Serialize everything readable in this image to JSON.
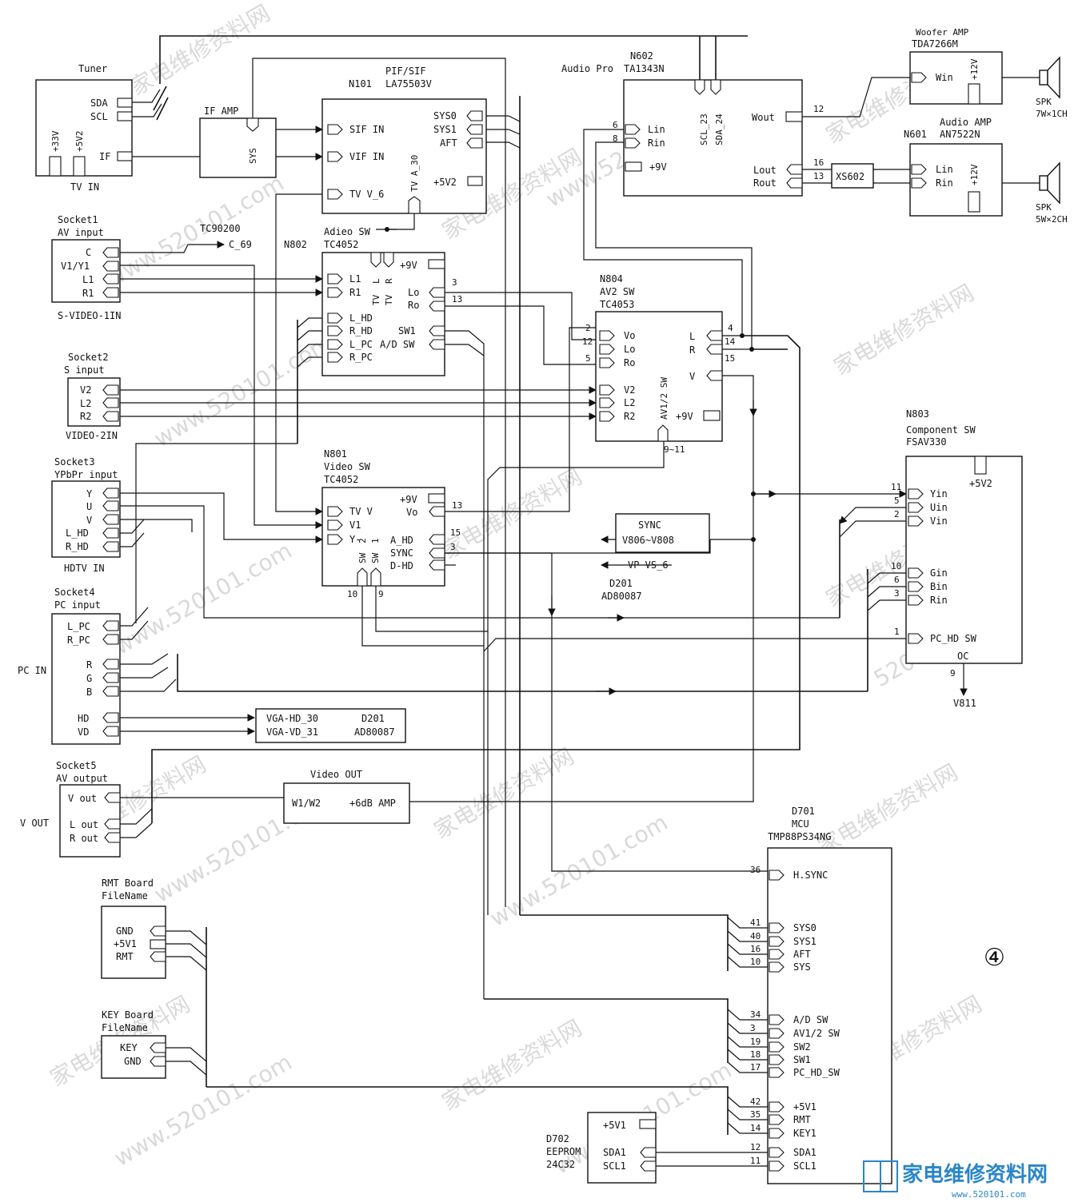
{
  "page_marker": "④",
  "watermark": {
    "cn": "家电维修资料网",
    "url": "www.520101.com",
    "short_url": "520101.com"
  },
  "logo": {
    "title": "家电维修资料网",
    "url": "www.520101.com"
  },
  "blocks": {
    "tuner": {
      "title": "Tuner",
      "footer": "TV IN",
      "pins": [
        "SDA",
        "SCL",
        "IF",
        "+33V",
        "+5V2"
      ]
    },
    "ifamp": {
      "title": "IF AMP",
      "pins": [
        "SYS"
      ]
    },
    "n101": {
      "ref": "N101",
      "name": "PIF/SIF",
      "part": "LA75503V",
      "pins": [
        "SIF IN",
        "VIF IN",
        "TV V_6",
        "SYS0",
        "SYS1",
        "AFT",
        "TV A_30",
        "+5V2"
      ]
    },
    "n602": {
      "ref": "N602",
      "role": "Audio Pro",
      "part": "TA1343N",
      "pins": [
        "Lin",
        "Rin",
        "+9V",
        "SCL_23",
        "SDA_24",
        "Wout",
        "Lout",
        "Rout"
      ],
      "pin_numbers": [
        "6",
        "8",
        "12",
        "16",
        "13"
      ]
    },
    "woofer": {
      "title": "Woofer AMP",
      "part": "TDA7266M",
      "pins": [
        "Win",
        "+12V"
      ]
    },
    "n601": {
      "ref": "N601",
      "title": "Audio AMP",
      "part": "AN7522N",
      "pins": [
        "Lin",
        "Rin",
        "+12V"
      ]
    },
    "xs602": {
      "label": "XS602"
    },
    "spk1": {
      "label": "SPK",
      "spec": "7W×1CH"
    },
    "spk2": {
      "label": "SPK",
      "spec": "5W×2CH"
    },
    "socket1": {
      "title": "Socket1",
      "subtitle": "AV input",
      "pins": [
        "C",
        "V1/Y1",
        "L1",
        "R1"
      ],
      "footer": "S-VIDEO-1IN"
    },
    "tc90200": {
      "label": "TC90200",
      "pin": "C_69"
    },
    "n802": {
      "ref": "N802",
      "name": "Adieo SW",
      "part": "TC4052",
      "pins_left": [
        "L1",
        "R1",
        "L_HD",
        "R_HD",
        "L_PC",
        "R_PC"
      ],
      "pins_top": [
        "L",
        "R"
      ],
      "pins_tv": [
        "TV",
        "TV"
      ],
      "pins_right": [
        "+9V",
        "Lo",
        "Ro",
        "SW1",
        "A/D SW"
      ],
      "pin_numbers": [
        "3",
        "13"
      ]
    },
    "n804": {
      "ref": "N804",
      "name": "AV2 SW",
      "part": "TC4053",
      "pins_left": [
        "Vo",
        "Lo",
        "Ro",
        "V2",
        "L2",
        "R2"
      ],
      "pins_right": [
        "L",
        "R",
        "V",
        "+9V"
      ],
      "mid": "AV1/2 SW",
      "pin_numbers": [
        "2",
        "12",
        "5",
        "4",
        "14",
        "15",
        "9~11"
      ]
    },
    "socket2": {
      "title": "Socket2",
      "subtitle": "S input",
      "pins": [
        "V2",
        "L2",
        "R2"
      ],
      "footer": "VIDEO-2IN"
    },
    "n803": {
      "ref": "N803",
      "name": "Component SW",
      "part": "FSAV330",
      "pins": [
        "Yin",
        "Uin",
        "Vin",
        "Gin",
        "Bin",
        "Rin",
        "PC_HD SW",
        "OC",
        "+5V2"
      ],
      "pin_numbers": [
        "11",
        "5",
        "2",
        "10",
        "6",
        "3",
        "1",
        "9"
      ],
      "out": "V811"
    },
    "socket3": {
      "title": "Socket3",
      "subtitle": "YPbPr input",
      "pins": [
        "Y",
        "U",
        "V",
        "L_HD",
        "R_HD"
      ],
      "footer": "HDTV IN"
    },
    "n801": {
      "ref": "N801",
      "name": "Video SW",
      "part": "TC4052",
      "pins_left": [
        "TV V",
        "V1",
        "Y-"
      ],
      "sw_labels": [
        "SW",
        "2",
        "SW",
        "1"
      ],
      "pins_right": [
        "+9V",
        "Vo",
        "A_HD",
        "SYNC",
        "D-HD"
      ],
      "pin_numbers": [
        "13",
        "15",
        "3",
        "10",
        "9"
      ]
    },
    "sync": {
      "label": "SYNC",
      "range": "V806~V808"
    },
    "vpvs": {
      "label": "VP VS_6"
    },
    "d201a": {
      "ref": "D201",
      "part": "AD80087"
    },
    "socket4": {
      "title": "Socket4",
      "subtitle": "PC input",
      "pins": [
        "L_PC",
        "R_PC",
        "R",
        "G",
        "B",
        "HD",
        "VD"
      ],
      "side": "PC IN"
    },
    "vga": {
      "lines": [
        "VGA-HD_30",
        "VGA-VD_31"
      ],
      "ref": "D201",
      "part": "AD80087"
    },
    "socket5": {
      "title": "Socket5",
      "subtitle": "AV output",
      "pins": [
        "V out",
        "L out",
        "R out"
      ],
      "side": "V OUT"
    },
    "videoout": {
      "title": "Video OUT",
      "parts": [
        "W1/W2",
        "+6dB AMP"
      ]
    },
    "rmt": {
      "title": "RMT Board",
      "file": "FileName",
      "pins": [
        "GND",
        "+5V1",
        "RMT"
      ]
    },
    "key": {
      "title": "KEY Board",
      "file": "FileName",
      "pins": [
        "KEY",
        "GND"
      ]
    },
    "d702": {
      "ref": "D702",
      "name": "EEPROM",
      "part": "24C32",
      "pins": [
        "+5V1",
        "SDA1",
        "SCL1"
      ]
    },
    "d701": {
      "ref": "D701",
      "name": "MCU",
      "part": "TMP88PS34NG",
      "pins": [
        "H.SYNC",
        "SYS0",
        "SYS1",
        "AFT",
        "SYS",
        "A/D SW",
        "AV1/2 SW",
        "SW2",
        "SW1",
        "PC_HD_SW",
        "+5V1",
        "RMT",
        "KEY1",
        "SDA1",
        "SCL1"
      ],
      "pin_numbers": [
        "36",
        "41",
        "40",
        "16",
        "10",
        "34",
        "3",
        "19",
        "18",
        "17",
        "42",
        "35",
        "14",
        "12",
        "11"
      ]
    }
  }
}
